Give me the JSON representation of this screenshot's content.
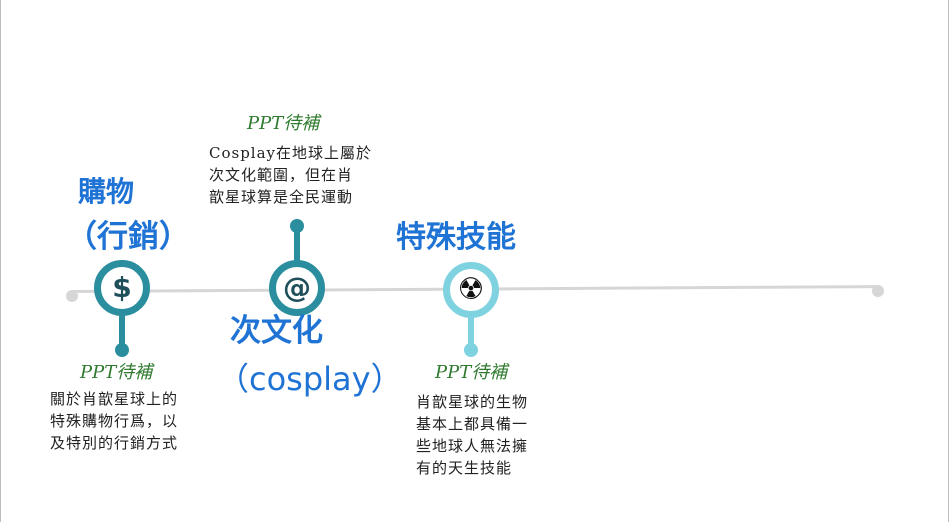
{
  "colors": {
    "timeline": "#d6d6d6",
    "node_dark": "#2a8e9e",
    "node_light": "#7fd3e0",
    "title_blue": "#1f73d4",
    "label_green": "#2f7a2f",
    "text": "#222222"
  },
  "items": [
    {
      "title_lines": [
        "購物",
        "（行銷）"
      ],
      "icon": "dollar-icon",
      "icon_glyph": "$",
      "label": "PPT待補",
      "desc_lines": [
        "關於肖歆星球上的",
        "特殊購物行爲，以",
        "及特別的行銷方式"
      ]
    },
    {
      "title_lines": [
        "次文化",
        "（cosplay）"
      ],
      "icon": "at-sign-icon",
      "icon_glyph": "@",
      "label": "PPT待補",
      "desc_lines": [
        "Cosplay在地球上屬於",
        "次文化範圍，但在肖",
        "歆星球算是全民運動"
      ]
    },
    {
      "title_lines": [
        "特殊技能"
      ],
      "icon": "radiation-icon",
      "icon_glyph": "☢",
      "label": "PPT待補",
      "desc_lines": [
        "肖歆星球的生物",
        "基本上都具備一",
        "些地球人無法擁",
        "有的天生技能"
      ]
    }
  ]
}
